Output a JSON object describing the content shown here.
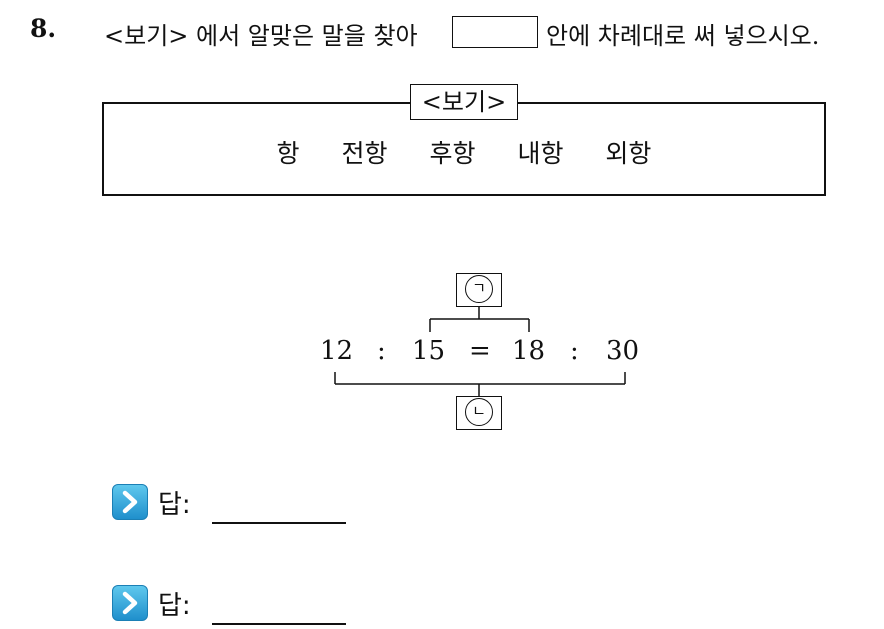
{
  "question": {
    "number": "8.",
    "text_before_box": "<보기> 에서 알맞은 말을 찾아",
    "text_after_box": "안에 차례대로 써 넣으시오."
  },
  "bogi": {
    "title": "<보기>",
    "words": [
      "항",
      "전항",
      "후항",
      "내항",
      "외항"
    ]
  },
  "equation": {
    "n1": "12",
    "colon1": ":",
    "n2": "15",
    "equals": "=",
    "n3": "18",
    "colon2": ":",
    "n4": "30",
    "label_top": "ㄱ",
    "label_bottom": "ㄴ"
  },
  "answers": [
    {
      "label": "답:",
      "icon": "chevron-right-icon"
    },
    {
      "label": "답:",
      "icon": "chevron-right-icon"
    }
  ]
}
